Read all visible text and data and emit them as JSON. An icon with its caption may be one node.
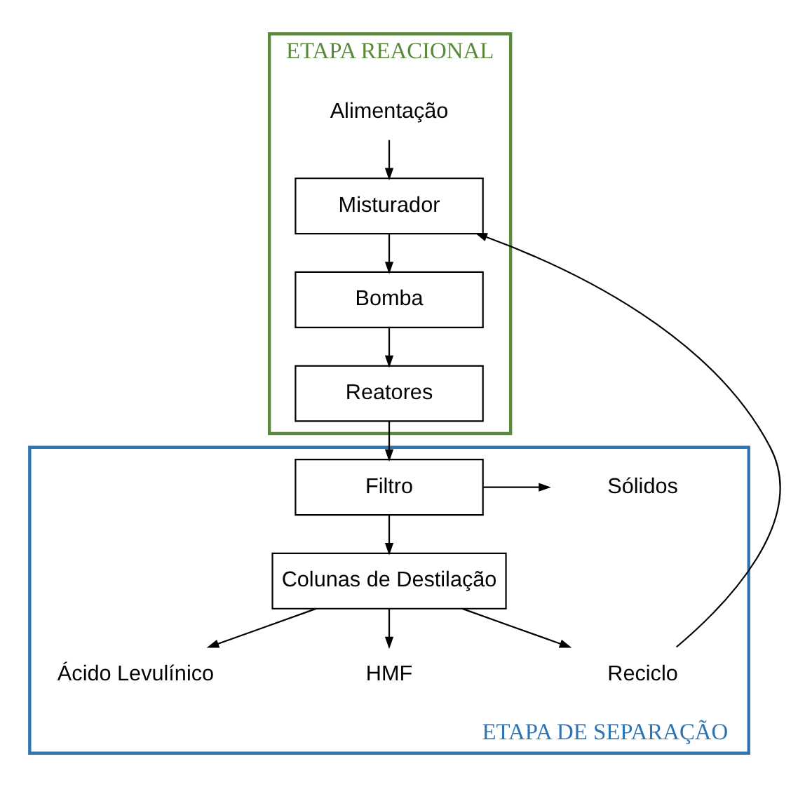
{
  "diagram": {
    "nodes": [
      {
        "text": [
          "ETAPA REACIONAL"
        ]
      },
      {
        "text": [
          "Alimentação"
        ],
        "in": 0
      },
      {
        "text": [
          "Misturador"
        ],
        "in": 0
      },
      {
        "text": [
          "Bomba"
        ],
        "in": 0
      },
      {
        "text": [
          "Reatores"
        ],
        "in": 0
      },
      {
        "text": [
          "ETAPA DE SEPARAÇÃO"
        ]
      },
      {
        "text": [
          "Sólidos"
        ],
        "in": 5
      },
      {
        "text": [
          "Filtro"
        ],
        "in": 5
      },
      {
        "text": [
          "Colunas de Destilação"
        ],
        "in": 5
      },
      {
        "text": [
          "Ácido Levulínico"
        ],
        "in": 5
      },
      {
        "text": [
          "HMF"
        ],
        "in": 5
      },
      {
        "text": [
          "Reciclo"
        ],
        "in": 5
      }
    ],
    "edges": [
      {
        "from": 1,
        "to": 2,
        "arrow": "to"
      },
      {
        "from": 2,
        "to": 3,
        "arrow": "to"
      },
      {
        "from": 3,
        "to": 4,
        "arrow": "to"
      },
      {
        "from": 4,
        "to": 7,
        "arrow": "to"
      },
      {
        "from": 7,
        "to": 6,
        "arrow": "to"
      },
      {
        "from": 7,
        "to": 8,
        "arrow": "to"
      },
      {
        "from": 8,
        "to": 9,
        "arrow": "to"
      },
      {
        "from": 8,
        "to": 10,
        "arrow": "to"
      },
      {
        "from": 8,
        "to": 11,
        "arrow": "to"
      },
      {
        "from": 11,
        "to": 2,
        "arrow": "to"
      }
    ]
  }
}
